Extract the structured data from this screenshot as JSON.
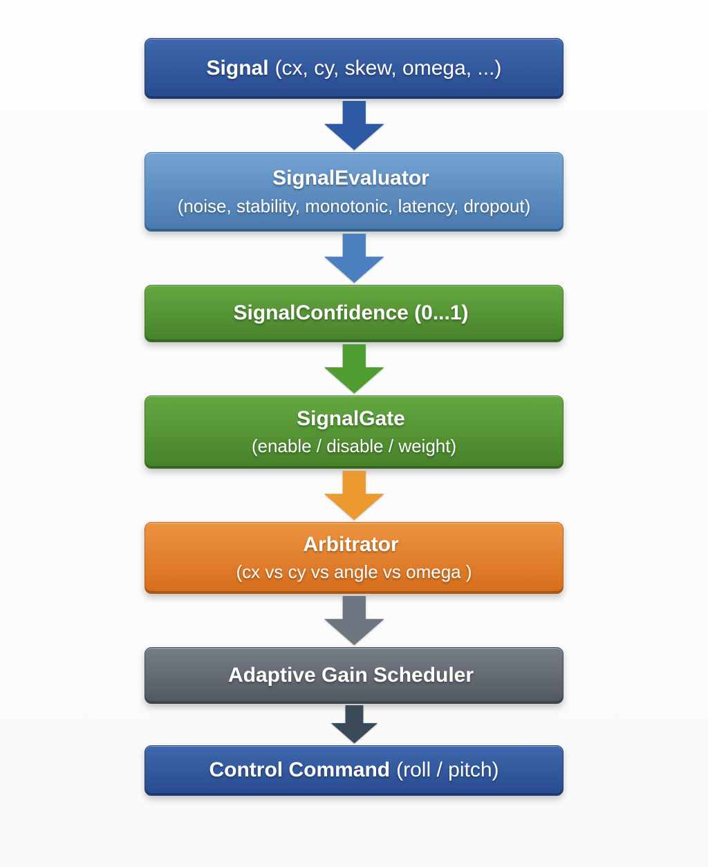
{
  "diagram": {
    "nodes": [
      {
        "id": "signal",
        "title": "Signal",
        "title_light": "(cx, cy, skew, omega, ...)",
        "subtitle": "",
        "color": "#2e55a0"
      },
      {
        "id": "signal-evaluator",
        "title": "SignalEvaluator",
        "title_light": "",
        "subtitle": "(noise, stability, monotonic, latency, dropout)",
        "color": "#5b8ec4"
      },
      {
        "id": "signal-confidence",
        "title": "SignalConfidence (0...1)",
        "title_light": "",
        "subtitle": "",
        "color": "#529434"
      },
      {
        "id": "signal-gate",
        "title": "SignalGate",
        "title_light": "",
        "subtitle": "(enable / disable / weight)",
        "color": "#529434"
      },
      {
        "id": "arbitrator",
        "title": "Arbitrator",
        "title_light": "",
        "subtitle": "(cx vs cy vs angle vs omega )",
        "color": "#e0802e"
      },
      {
        "id": "adaptive-gain-scheduler",
        "title": "Adaptive Gain Scheduler",
        "title_light": "",
        "subtitle": "",
        "color": "#646a73"
      },
      {
        "id": "control-command",
        "title": "Control Command",
        "title_light": "(roll / pitch)",
        "subtitle": "",
        "color": "#2e55a0"
      }
    ],
    "arrows": [
      {
        "from": "signal",
        "to": "signal-evaluator",
        "color": "#2e5aa4"
      },
      {
        "from": "signal-evaluator",
        "to": "signal-confidence",
        "color": "#4a80c0"
      },
      {
        "from": "signal-confidence",
        "to": "signal-gate",
        "color": "#4f9c31"
      },
      {
        "from": "signal-gate",
        "to": "arbitrator",
        "color": "#eb9a2d"
      },
      {
        "from": "arbitrator",
        "to": "adaptive-gain-scheduler",
        "color": "#6e7681"
      },
      {
        "from": "adaptive-gain-scheduler",
        "to": "control-command",
        "color": "#3b4a58"
      }
    ]
  }
}
